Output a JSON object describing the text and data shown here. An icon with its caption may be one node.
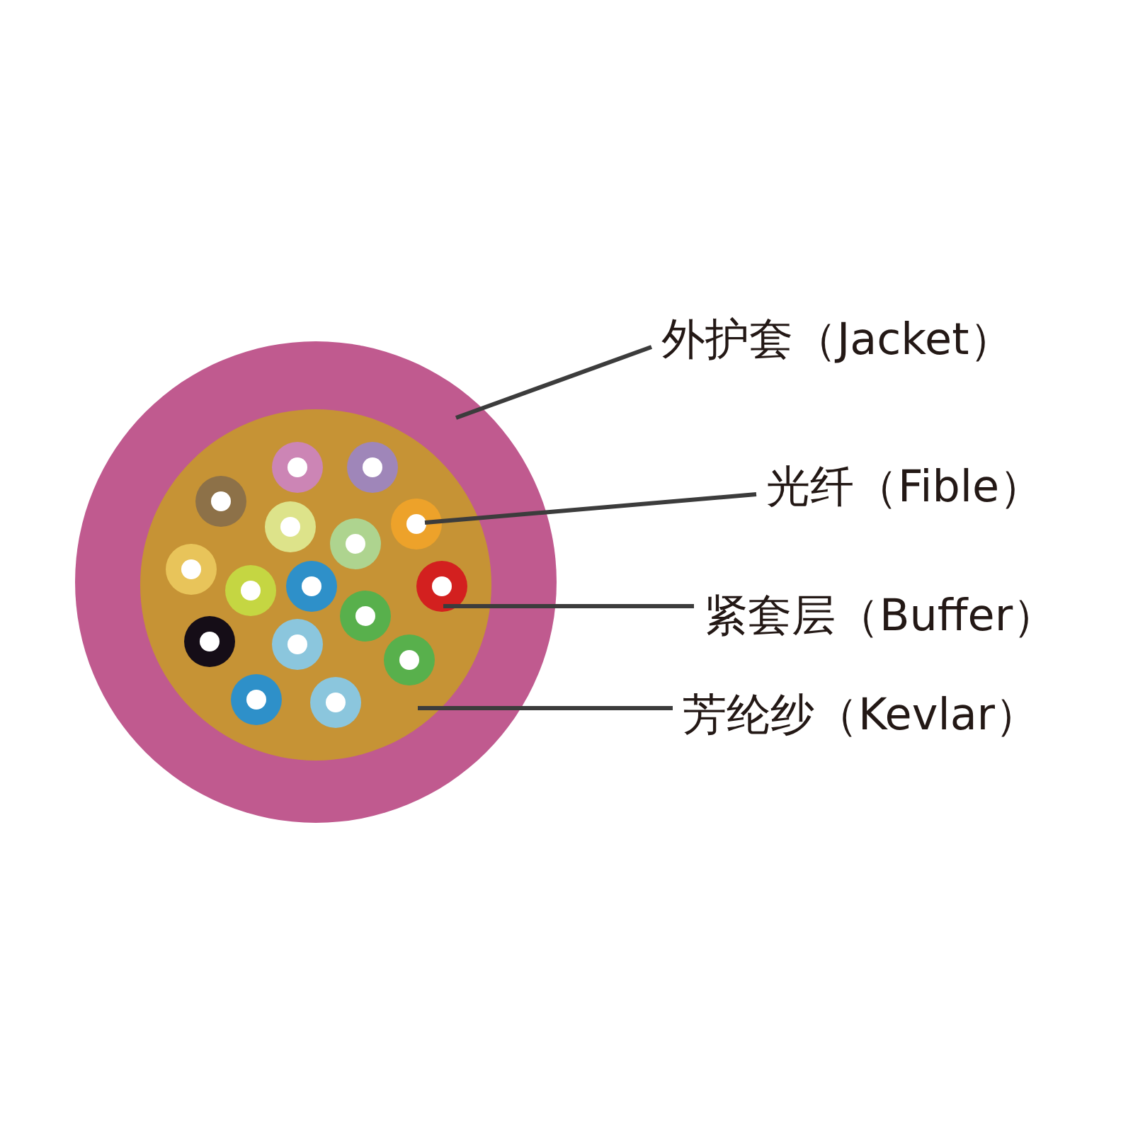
{
  "diagram": {
    "nodes": [
      {
        "text": [],
        "shape": "circle"
      },
      {
        "text": [],
        "shape": "circle",
        "in": 0
      },
      {
        "text": [],
        "shape": "circle",
        "in": 1
      },
      {
        "text": [],
        "shape": "circle",
        "in": 2
      },
      {
        "text": [],
        "shape": "circle",
        "in": 1
      },
      {
        "text": [
          "外护套（Jacket）"
        ]
      },
      {
        "text": [
          "光纤（Fible）"
        ]
      },
      {
        "text": [
          "紧套层（Buffer）"
        ]
      },
      {
        "text": [
          "芳纶纱（Kevlar）"
        ]
      }
    ],
    "edges": [
      {
        "from": 5,
        "to": 0,
        "arrow": "none"
      },
      {
        "from": 6,
        "to": 3,
        "arrow": "none"
      },
      {
        "from": 7,
        "to": 4,
        "arrow": "none"
      },
      {
        "from": 8,
        "to": 1,
        "arrow": "none"
      }
    ]
  }
}
